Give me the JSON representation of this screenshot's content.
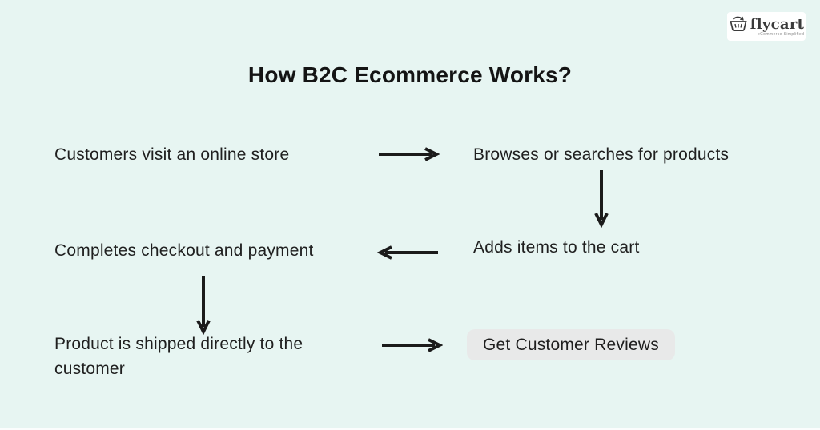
{
  "page": {
    "title": "How B2C Ecommerce Works?",
    "background_color": "#E7F5F2",
    "text_color": "#1F1F1F",
    "arrow_color": "#1B1B1B"
  },
  "logo": {
    "brand": "flycart",
    "tagline": "eCommerce Simplified",
    "icon": "shopping-cart-icon",
    "box_color": "#FFFFFF"
  },
  "flow": {
    "steps": [
      {
        "label": "Customers visit an online store"
      },
      {
        "label": "Browses or searches for products"
      },
      {
        "label": "Adds items to the cart"
      },
      {
        "label": "Completes checkout and payment"
      },
      {
        "label": "Product is shipped directly to the customer"
      },
      {
        "label": "Get Customer Reviews",
        "highlighted": true,
        "highlight_color": "#E8E9E9"
      }
    ],
    "connections": [
      {
        "from": "Customers visit an online store",
        "to": "Browses or searches for products",
        "direction": "right"
      },
      {
        "from": "Browses or searches for products",
        "to": "Adds items to the cart",
        "direction": "down"
      },
      {
        "from": "Adds items to the cart",
        "to": "Completes checkout and payment",
        "direction": "left"
      },
      {
        "from": "Completes checkout and payment",
        "to": "Product is shipped directly to the customer",
        "direction": "down"
      },
      {
        "from": "Product is shipped directly to the customer",
        "to": "Get Customer Reviews",
        "direction": "right"
      }
    ]
  }
}
